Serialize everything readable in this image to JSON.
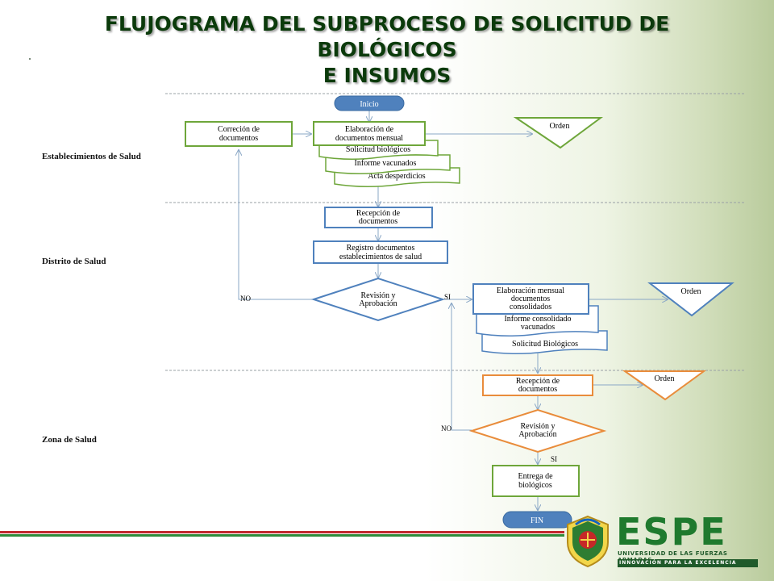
{
  "title": {
    "line1": "FLUJOGRAMA DEL SUBPROCESO DE SOLICITUD DE BIOLÓGICOS",
    "line2": "E INSUMOS"
  },
  "lanes": [
    {
      "label": "Establecimientos de Salud"
    },
    {
      "label": "Distrito de Salud"
    },
    {
      "label": "Zona de Salud"
    }
  ],
  "nodes": {
    "inicio": "Inicio",
    "correccion": [
      "Correción de",
      "documentos"
    ],
    "elaboracion": [
      "Elaboración de",
      "documentos mensual"
    ],
    "solicitud_biologicos": "Solicitud biológicos",
    "informe_vacunados": "Informe vacunados",
    "acta_desperdicios": "Acta desperdicios",
    "orden1": "Orden",
    "recepcion_distrito": [
      "Recepción de",
      "documentos"
    ],
    "registro": [
      "Registro documentos",
      "establecimientos de salud"
    ],
    "revision_distrito": [
      "Revisión y",
      "Aprobación"
    ],
    "no1": "NO",
    "si1": "SI",
    "elaboracion_mensual": [
      "Elaboración mensual",
      "documentos",
      "consolidados"
    ],
    "informe_consolidado": [
      "Informe consolidado",
      "vacunados"
    ],
    "solicitud_biologicos2": "Solicitud Biológicos",
    "orden2": "Orden",
    "recepcion_zona": [
      "Recepción de",
      "documentos"
    ],
    "orden3": "Orden",
    "revision_zona": [
      "Revisión y",
      "Aprobación"
    ],
    "no2": "NO",
    "si2": "SI",
    "entrega": [
      "Entrega de",
      "biológicos"
    ],
    "fin": "FIN"
  },
  "logo": {
    "word": "ESPE",
    "subtitle": "UNIVERSIDAD DE LAS FUERZAS ARMADAS",
    "tagline": "INNOVACIÓN PARA LA EXCELENCIA"
  },
  "colors": {
    "green_box": "#6ea63a",
    "blue_box": "#4f81bd",
    "orange_box": "#e98c3b",
    "terminal_fill": "#4f81bd",
    "connector": "#8aa7c6",
    "title_green": "#0b3a0b",
    "brand_green": "#1f7a2e"
  }
}
